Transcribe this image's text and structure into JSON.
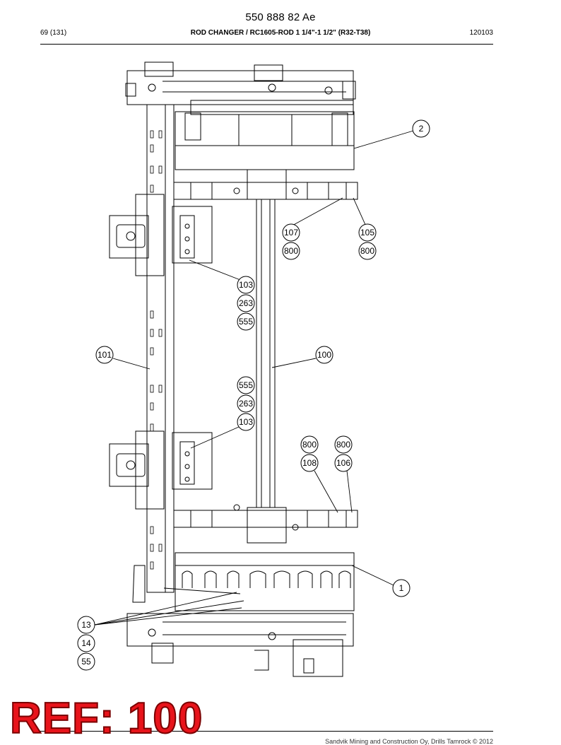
{
  "header": {
    "doc_number": "550 888 82 Ae",
    "page_label": "69 (131)",
    "title": "ROD CHANGER / RC1605-ROD 1 1/4\"-1 1/2\" (R32-T38)",
    "revision": "120103"
  },
  "callouts": {
    "c2": "2",
    "c107": "107",
    "c105": "105",
    "c800a": "800",
    "c800b": "800",
    "c103a": "103",
    "c263a": "263",
    "c555a": "555",
    "c101": "101",
    "c100": "100",
    "c555b": "555",
    "c263b": "263",
    "c103b": "103",
    "c800c": "800",
    "c800d": "800",
    "c108": "108",
    "c106": "106",
    "c1": "1",
    "c13": "13",
    "c14": "14",
    "c55": "55"
  },
  "stamp": {
    "text": "REF: 100"
  },
  "footer": {
    "text": "Sandvik Mining and Construction Oy, Drills Tamrock © 2012"
  }
}
